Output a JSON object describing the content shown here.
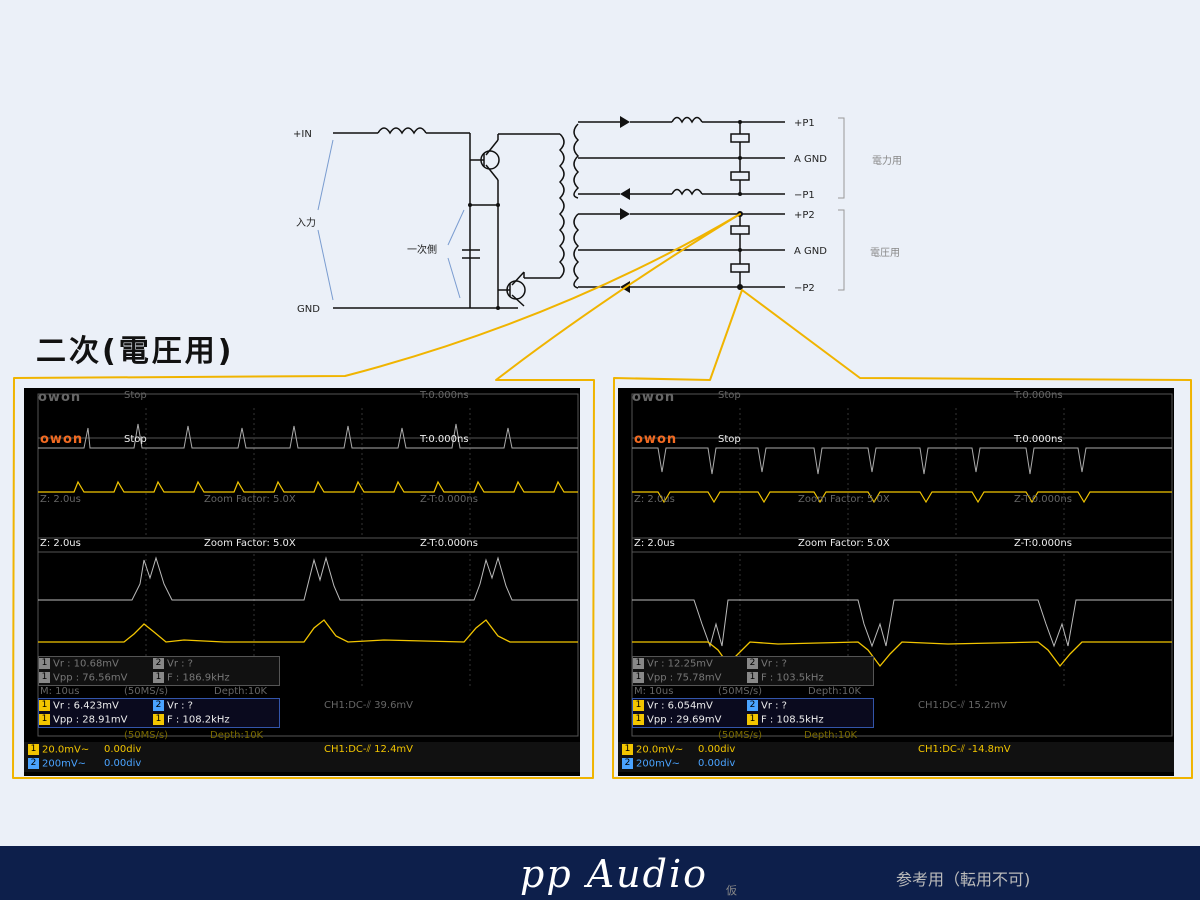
{
  "schematic": {
    "labels": {
      "in_plus": "+IN",
      "input": "入力",
      "gnd": "GND",
      "primary_side": "一次側",
      "p1_plus": "+P1",
      "agnd1": "A GND",
      "p1_minus": "−P1",
      "p2_plus": "+P2",
      "agnd2": "A GND",
      "p2_minus": "−P2",
      "power_use": "電力用",
      "voltage_use": "電圧用"
    }
  },
  "heading": "二次(電圧用)",
  "scopes": [
    {
      "logo": "owon",
      "ghost": {
        "status": "Stop",
        "trigger_time": "T:0.000ns",
        "zoom_time": "Z: 2.0us",
        "zoom_factor": "Zoom Factor: 5.0X",
        "zoom_trigger": "Z-T:0.000ns",
        "vr_ch1": "Vr : 10.68mV",
        "vr_ch2": "Vr :   ?",
        "vpp_ch1": "Vpp : 76.56mV",
        "f_ch1": "F : 186.9kHz",
        "timebase": "M: 10us",
        "sample": "(50MS/s)",
        "depth": "Depth:10K",
        "trigger": "CH1:DC-⫽ 39.6mV"
      },
      "status": "Stop",
      "trigger_time": "T:0.000ns",
      "zoom_time": "Z: 2.0us",
      "zoom_factor": "Zoom Factor: 5.0X",
      "zoom_trigger": "Z-T:0.000ns",
      "measurements": {
        "vr_ch1": "Vr : 6.423mV",
        "vr_ch2": "Vr :   ?",
        "vpp_ch1": "Vpp : 28.91mV",
        "f_ch1": "F : 108.2kHz"
      },
      "timebase_ghost": "(50MS/s)",
      "depth_ghost": "Depth:10K",
      "ch1_scale": "20.0mV~",
      "ch1_offset": "0.00div",
      "ch2_scale": "200mV~",
      "ch2_offset": "0.00div",
      "trigger": "CH1:DC-⫽ 12.4mV"
    },
    {
      "logo": "owon",
      "ghost": {
        "status": "Stop",
        "trigger_time": "T:0.000ns",
        "zoom_time": "Z: 2.0us",
        "zoom_factor": "Zoom Factor: 5.0X",
        "zoom_trigger": "Z-T:0.000ns",
        "vr_ch1": "Vr : 12.25mV",
        "vr_ch2": "Vr :   ?",
        "vpp_ch1": "Vpp : 75.78mV",
        "f_ch1": "F : 103.5kHz",
        "timebase": "M: 10us",
        "sample": "(50MS/s)",
        "depth": "Depth:10K",
        "trigger": "CH1:DC-⫽ 15.2mV"
      },
      "status": "Stop",
      "trigger_time": "T:0.000ns",
      "zoom_time": "Z: 2.0us",
      "zoom_factor": "Zoom Factor: 5.0X",
      "zoom_trigger": "Z-T:0.000ns",
      "measurements": {
        "vr_ch1": "Vr : 6.054mV",
        "vr_ch2": "Vr :   ?",
        "vpp_ch1": "Vpp : 29.69mV",
        "f_ch1": "F : 108.5kHz"
      },
      "timebase_ghost": "(50MS/s)",
      "depth_ghost": "Depth:10K",
      "ch1_scale": "20.0mV~",
      "ch1_offset": "0.00div",
      "ch2_scale": "200mV~",
      "ch2_offset": "0.00div",
      "trigger": "CH1:DC-⫽ -14.8mV"
    }
  ],
  "footer": {
    "brand": "pp Audio",
    "kari": "仮",
    "note": "参考用（転用不可)"
  },
  "colors": {
    "background": "#ebf0f8",
    "callout": "#f0b400",
    "ch1": "#f2c500",
    "ch2": "#4aa3ff",
    "footer": "#0d1f4b"
  }
}
